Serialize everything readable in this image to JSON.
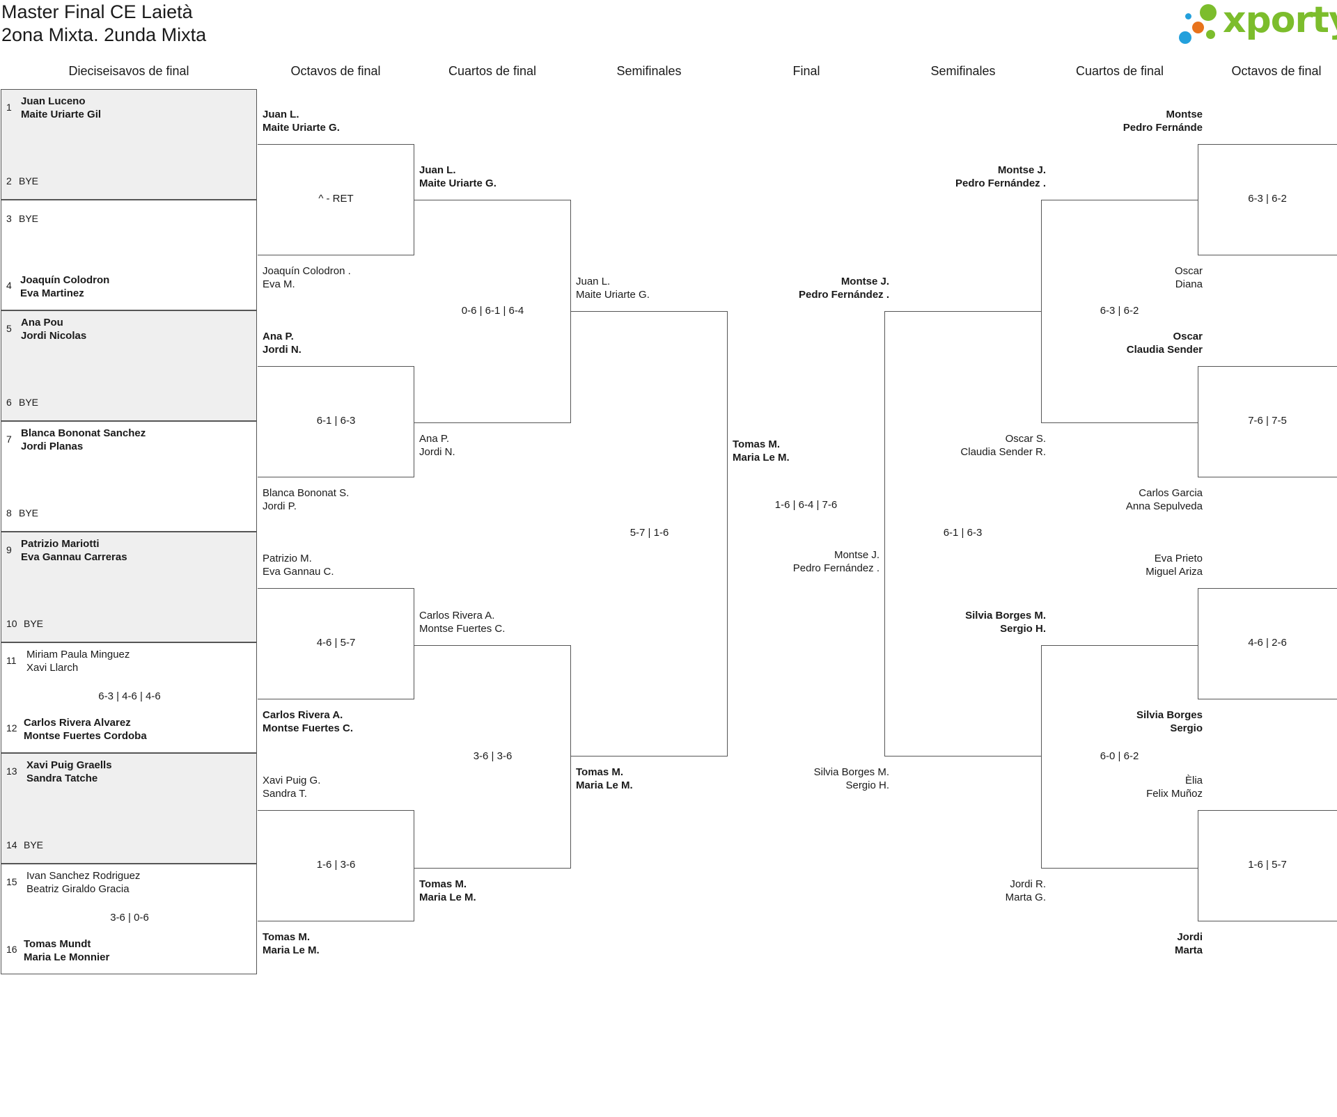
{
  "header": {
    "title_line1": "Master Final CE Laietà",
    "title_line2": "2ona Mixta. 2unda Mixta",
    "logo_text": "xporty",
    "logo_colors": [
      "#7cbd2c",
      "#e8731c",
      "#23a0dc"
    ]
  },
  "round_headers": [
    "Dieciseisavos de final",
    "Octavos de final",
    "Cuartos de final",
    "Semifinales",
    "Final",
    "Semifinales",
    "Cuartos de final",
    "Octavos de final"
  ],
  "first_round": [
    {
      "top": {
        "seed": "1",
        "names": [
          "Juan Luceno",
          "Maite Uriarte Gil"
        ]
      },
      "bottom": {
        "seed": "2",
        "bye": "BYE"
      },
      "score": ""
    },
    {
      "top": {
        "seed": "3",
        "bye": "BYE"
      },
      "bottom": {
        "seed": "4",
        "names": [
          "Joaquín Colodron",
          "Eva Martinez"
        ]
      },
      "score": ""
    },
    {
      "top": {
        "seed": "5",
        "names": [
          "Ana Pou",
          "Jordi Nicolas"
        ]
      },
      "bottom": {
        "seed": "6",
        "bye": "BYE"
      },
      "score": ""
    },
    {
      "top": {
        "seed": "7",
        "names": [
          "Blanca Bononat Sanchez",
          "Jordi Planas"
        ]
      },
      "bottom": {
        "seed": "8",
        "bye": "BYE"
      },
      "score": ""
    },
    {
      "top": {
        "seed": "9",
        "names": [
          "Patrizio Mariotti",
          "Eva Gannau Carreras"
        ]
      },
      "bottom": {
        "seed": "10",
        "bye": "BYE"
      },
      "score": ""
    },
    {
      "top": {
        "seed": "11",
        "names": [
          "Miriam Paula Minguez",
          "Xavi Llarch"
        ],
        "bold": false
      },
      "bottom": {
        "seed": "12",
        "names": [
          "Carlos Rivera Alvarez",
          "Montse Fuertes Cordoba"
        ],
        "bold": true
      },
      "score": "6-3 | 4-6 | 4-6"
    },
    {
      "top": {
        "seed": "13",
        "names": [
          "Xavi Puig Graells",
          "Sandra Tatche"
        ]
      },
      "bottom": {
        "seed": "14",
        "bye": "BYE"
      },
      "score": ""
    },
    {
      "top": {
        "seed": "15",
        "names": [
          "Ivan Sanchez Rodriguez",
          "Beatriz Giraldo Gracia"
        ],
        "bold": false
      },
      "bottom": {
        "seed": "16",
        "names": [
          "Tomas Mundt",
          "Maria Le Monnier"
        ],
        "bold": true
      },
      "score": "3-6 | 0-6"
    }
  ],
  "left_round_of_16": [
    {
      "top": [
        "Juan L.",
        "Maite Uriarte G."
      ],
      "top_win": true,
      "score": "^ - RET",
      "bottom": [
        "Joaquín Colodron .",
        "Eva M."
      ],
      "bottom_win": false
    },
    {
      "top": [
        "Ana P.",
        "Jordi N."
      ],
      "top_win": true,
      "score": "6-1 | 6-3",
      "bottom": [
        "Blanca Bononat S.",
        "Jordi P."
      ],
      "bottom_win": false
    },
    {
      "top": [
        "Patrizio M.",
        "Eva Gannau C."
      ],
      "top_win": false,
      "score": "4-6 | 5-7",
      "bottom": [
        "Carlos Rivera A.",
        "Montse Fuertes C."
      ],
      "bottom_win": true
    },
    {
      "top": [
        "Xavi Puig G.",
        "Sandra T."
      ],
      "top_win": false,
      "score": "1-6 | 3-6",
      "bottom": [
        "Tomas M.",
        "Maria Le M."
      ],
      "bottom_win": true
    }
  ],
  "left_quarterfinals": [
    {
      "top": [
        "Juan L.",
        "Maite Uriarte G."
      ],
      "top_win": true,
      "score": "0-6 | 6-1 | 6-4",
      "bottom": [
        "Ana P.",
        "Jordi N."
      ],
      "bottom_win": false
    },
    {
      "top": [
        "Carlos Rivera A.",
        "Montse Fuertes C."
      ],
      "top_win": false,
      "score": "3-6 | 3-6",
      "bottom": [
        "Tomas M.",
        "Maria Le M."
      ],
      "bottom_win": true
    }
  ],
  "left_semifinal": {
    "top": [
      "Juan L.",
      "Maite Uriarte G."
    ],
    "top_win": false,
    "score": "5-7 | 1-6",
    "bottom": [
      "Tomas M.",
      "Maria Le M."
    ],
    "bottom_win": true
  },
  "final": {
    "top": [
      "Tomas M.",
      "Maria Le M."
    ],
    "top_win": true,
    "score": "1-6 | 6-4 | 7-6",
    "bottom": [
      "Montse J.",
      "Pedro Fernández ."
    ],
    "bottom_win": false
  },
  "right_semifinal": {
    "top": [
      "Montse J.",
      "Pedro Fernández ."
    ],
    "top_win": true,
    "score": "6-1 | 6-3",
    "bottom": [
      "Silvia Borges M.",
      "Sergio H."
    ],
    "bottom_win": false
  },
  "right_quarterfinals": [
    {
      "top": [
        "Montse J.",
        "Pedro Fernández ."
      ],
      "top_win": true,
      "score": "6-3 | 6-2",
      "bottom": [
        "Oscar S.",
        "Claudia Sender R."
      ],
      "bottom_win": false
    },
    {
      "top": [
        "Silvia Borges M.",
        "Sergio H."
      ],
      "top_win": true,
      "score": "6-0 | 6-2",
      "bottom": [
        "Jordi R.",
        "Marta G."
      ],
      "bottom_win": false
    }
  ],
  "right_round_of_16": [
    {
      "top": [
        "Montse",
        "Pedro Fernánde"
      ],
      "top_win": true,
      "score": "6-3 | 6-2",
      "bottom": [
        "Oscar",
        "Diana"
      ],
      "bottom_win": false
    },
    {
      "top": [
        "Oscar",
        "Claudia Sender"
      ],
      "top_win": true,
      "score": "7-6 | 7-5",
      "bottom": [
        "Carlos Garcia",
        "Anna Sepulveda"
      ],
      "bottom_win": false
    },
    {
      "top": [
        "Eva Prieto",
        "Miguel Ariza"
      ],
      "top_win": false,
      "score": "4-6 | 2-6",
      "bottom": [
        "Silvia Borges",
        "Sergio"
      ],
      "bottom_win": true
    },
    {
      "top": [
        "Èlia",
        "Felix Muñoz"
      ],
      "top_win": false,
      "score": "1-6 | 5-7",
      "bottom": [
        "Jordi",
        "Marta"
      ],
      "bottom_win": true
    }
  ]
}
